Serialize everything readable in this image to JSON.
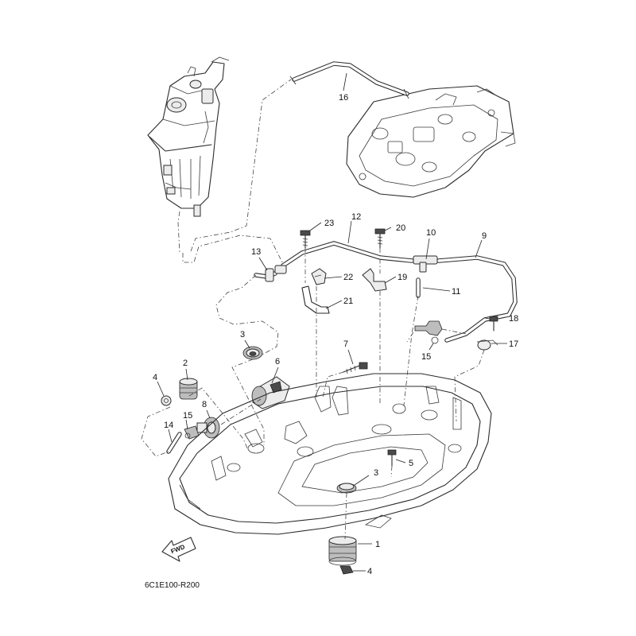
{
  "diagram": {
    "reference_code": "6C1E100-R200",
    "fwd_label": "FWD",
    "callouts": [
      "16",
      "23",
      "12",
      "20",
      "10",
      "9",
      "13",
      "22",
      "19",
      "11",
      "21",
      "3",
      "18",
      "17",
      "15",
      "7",
      "2",
      "6",
      "4",
      "8",
      "15",
      "14",
      "5",
      "3",
      "1",
      "4"
    ]
  }
}
